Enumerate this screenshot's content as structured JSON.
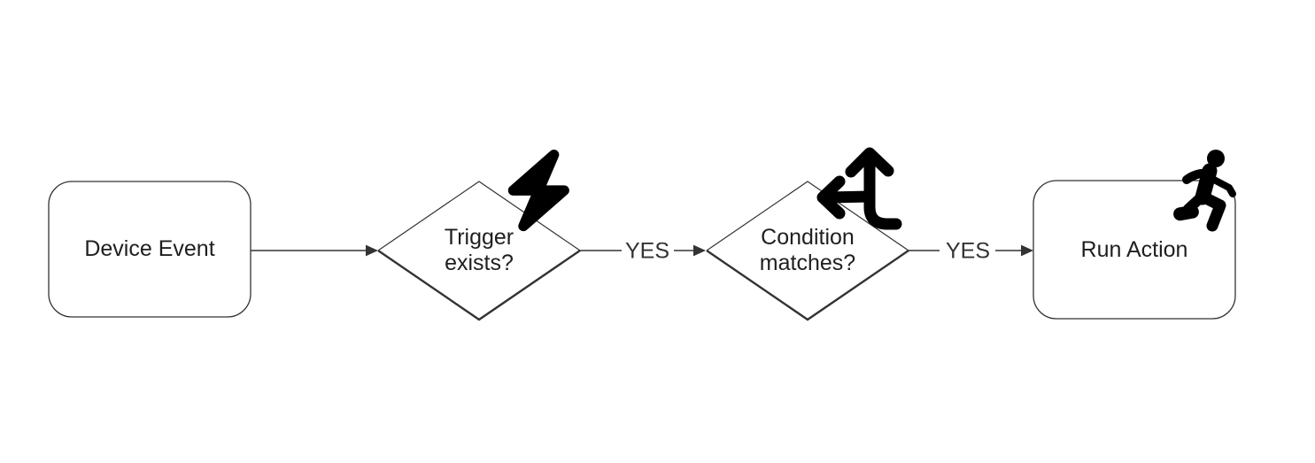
{
  "diagram": {
    "type": "flowchart",
    "background_color": "#ffffff",
    "stroke_color": "#333333",
    "text_color": "#1f1f1f",
    "icon_color": "#000000",
    "nodes": [
      {
        "id": "device-event",
        "shape": "rounded-rectangle",
        "label": "Device Event",
        "lines": [
          "Device Event"
        ],
        "icon": null
      },
      {
        "id": "trigger-exists",
        "shape": "diamond",
        "label": "Trigger exists?",
        "lines": [
          "Trigger",
          "exists?"
        ],
        "icon": "bolt-icon"
      },
      {
        "id": "condition-matches",
        "shape": "diamond",
        "label": "Condition matches?",
        "lines": [
          "Condition",
          "matches?"
        ],
        "icon": "split-arrows-icon"
      },
      {
        "id": "run-action",
        "shape": "rounded-rectangle",
        "label": "Run Action",
        "lines": [
          "Run Action"
        ],
        "icon": "person-running-icon"
      }
    ],
    "edges": [
      {
        "from": "device-event",
        "to": "trigger-exists",
        "label": ""
      },
      {
        "from": "trigger-exists",
        "to": "condition-matches",
        "label": "YES"
      },
      {
        "from": "condition-matches",
        "to": "run-action",
        "label": "YES"
      }
    ]
  }
}
